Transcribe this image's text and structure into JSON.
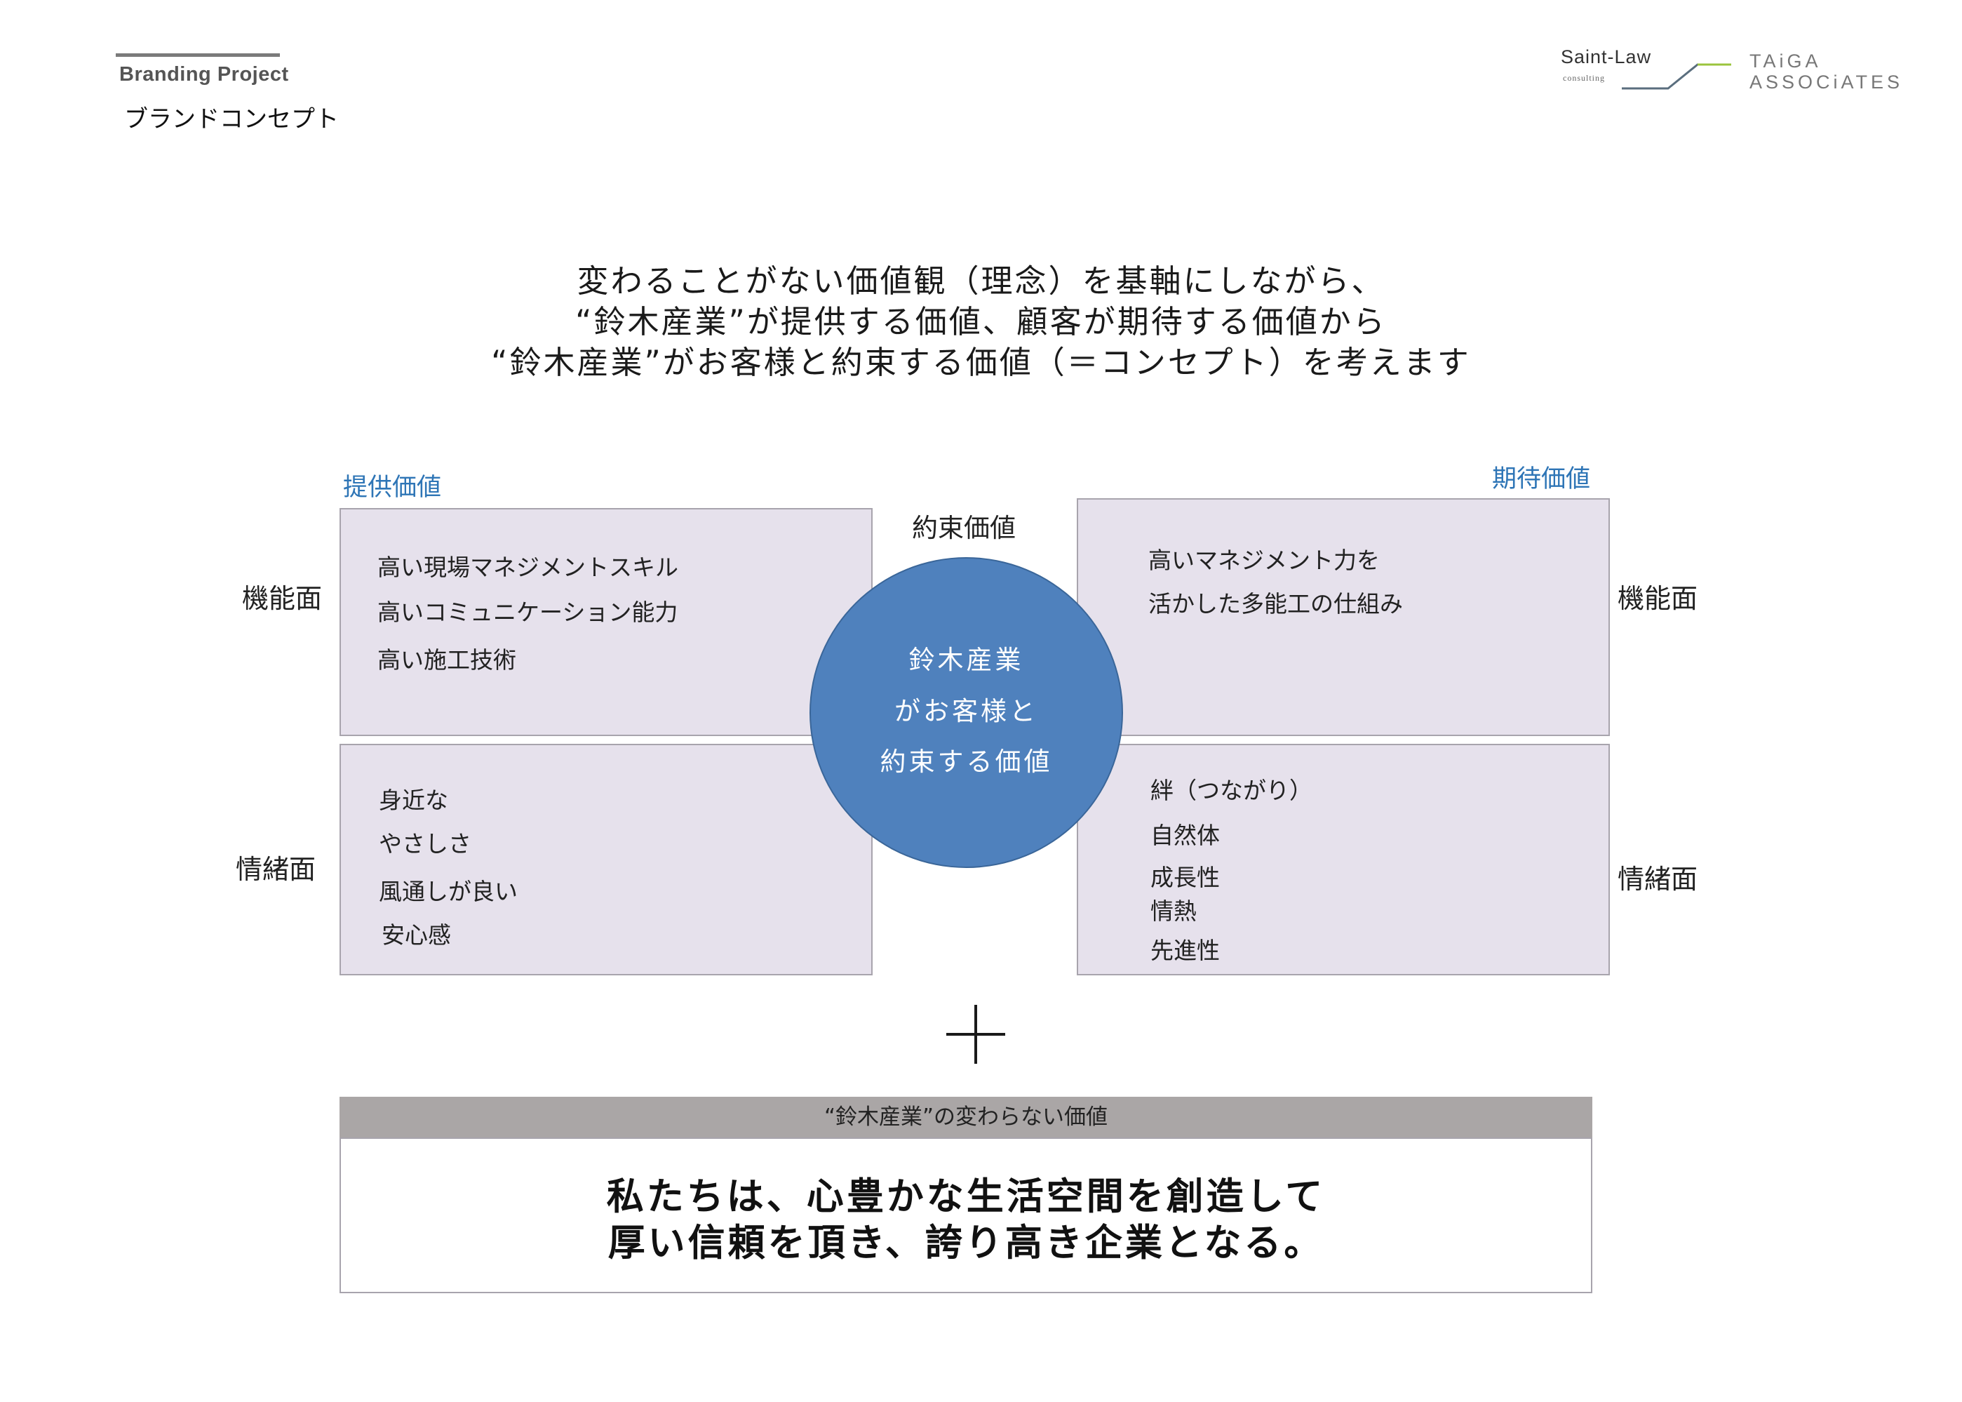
{
  "header": {
    "project_label": "Branding Project",
    "section_title": "ブランドコンセプト"
  },
  "logos": {
    "saint_law": "Saint-Law",
    "consulting": "consulting",
    "taiga_line1": "TAiGA",
    "taiga_line2": "ASSOCiATES",
    "accent_color": "#9bc43c",
    "line_color": "#5a6e7e"
  },
  "intro": {
    "line1": "変わることがない価値観（理念）を基軸にしながら、",
    "line2": "“鈴木産業”が提供する価値、顧客が期待する価値から",
    "line3": "“鈴木産業”がお客様と約束する価値（＝コンセプト）を考えます"
  },
  "diagram": {
    "left_heading": "提供価値",
    "right_heading": "期待価値",
    "center_caption": "約束価値",
    "left_label_top": "機能面",
    "left_label_bottom": "情緒面",
    "right_label_top": "機能面",
    "right_label_bottom": "情緒面",
    "provided_functional": [
      "高い現場マネジメントスキル",
      "高いコミュニケーション能力",
      "高い施工技術"
    ],
    "provided_emotional": [
      "身近な",
      "やさしさ",
      "風通しが良い",
      "安心感"
    ],
    "expected_functional": [
      "高いマネジメント力を",
      "活かした多能工の仕組み"
    ],
    "expected_emotional": [
      "絆（つながり）",
      "自然体",
      "成長性",
      "情熱",
      "先進性"
    ],
    "circle": {
      "line1": "鈴木産業",
      "line2": "がお客様と",
      "line3": "約束する価値"
    },
    "colors": {
      "box_fill": "#e6e1ec",
      "circle_fill": "#4f81bd",
      "heading_blue": "#2e75b6"
    }
  },
  "bottom": {
    "header": "“鈴木産業”の変わらない価値",
    "statement_line1": "私たちは、心豊かな生活空間を創造して",
    "statement_line2": "厚い信頼を頂き、誇り高き企業となる。"
  }
}
